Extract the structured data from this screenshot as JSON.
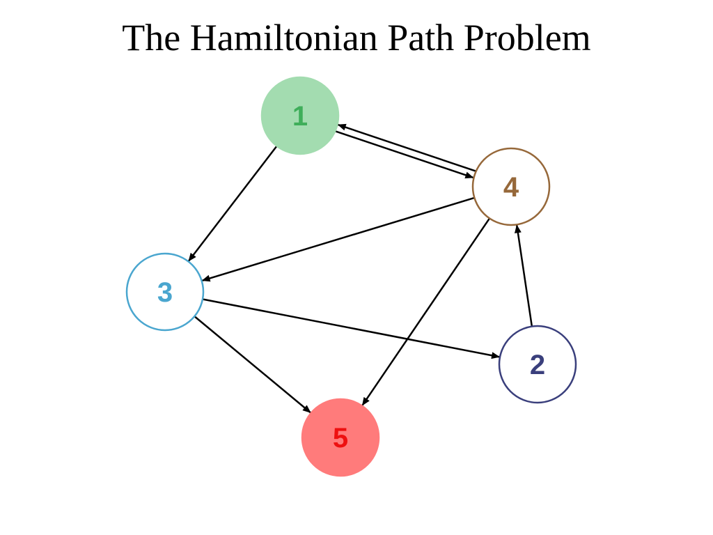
{
  "title": "The Hamiltonian Path Problem",
  "nodes": [
    {
      "id": "1",
      "label": "1",
      "fill": "#a3dcb0",
      "stroke": "#a3dcb0",
      "text_color": "#3fae5a"
    },
    {
      "id": "4",
      "label": "4",
      "fill": "#ffffff",
      "stroke": "#96683a",
      "text_color": "#96683a"
    },
    {
      "id": "3",
      "label": "3",
      "fill": "#ffffff",
      "stroke": "#4aa6cf",
      "text_color": "#4aa6cf"
    },
    {
      "id": "2",
      "label": "2",
      "fill": "#ffffff",
      "stroke": "#3a3f7c",
      "text_color": "#3a3f7c"
    },
    {
      "id": "5",
      "label": "5",
      "fill": "#ff7b7b",
      "stroke": "#ff7b7b",
      "text_color": "#ee1010"
    }
  ],
  "edges": [
    {
      "from": "1",
      "to": "4"
    },
    {
      "from": "4",
      "to": "1"
    },
    {
      "from": "1",
      "to": "3"
    },
    {
      "from": "4",
      "to": "3"
    },
    {
      "from": "4",
      "to": "5"
    },
    {
      "from": "3",
      "to": "2"
    },
    {
      "from": "3",
      "to": "5"
    },
    {
      "from": "2",
      "to": "4"
    }
  ],
  "edge_color": "#000000"
}
